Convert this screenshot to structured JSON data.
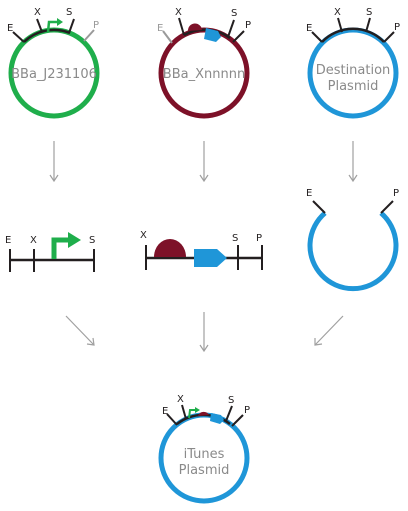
{
  "plasmids": {
    "promoter": {
      "name": "BBa_J231106",
      "color": "#1fae4b"
    },
    "insert": {
      "name": "BBa_Xnnnnn",
      "color": "#7d1128"
    },
    "destination": {
      "name_line1": "Destination",
      "name_line2": "Plasmid",
      "color": "#1f96d8"
    },
    "result": {
      "name_line1": "iTunes",
      "name_line2": "Plasmid",
      "color": "#1f96d8"
    }
  },
  "sites": {
    "e": "E",
    "x": "X",
    "s": "S",
    "p": "P"
  },
  "colors": {
    "line": "#231f20",
    "arrow": "#a0a0a0",
    "promoter_part": "#1fae4b",
    "rbs_part": "#7d1128",
    "cds_part": "#1f96d8"
  }
}
